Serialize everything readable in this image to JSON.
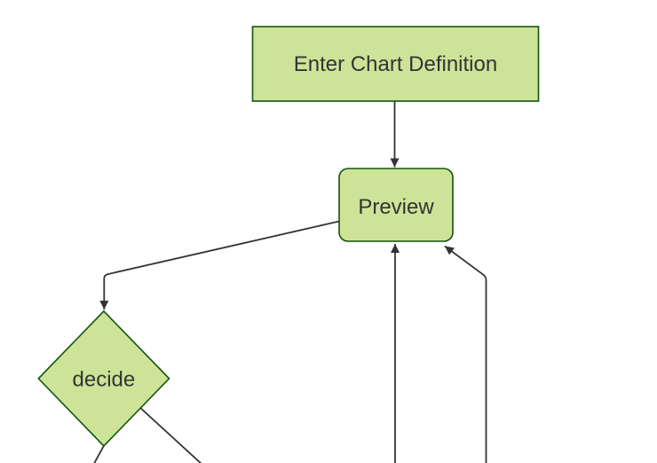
{
  "diagram": {
    "type": "flowchart",
    "direction": "top-down",
    "theme": {
      "node_fill": "#cde498",
      "node_stroke": "#13540c",
      "edge_color": "#333333",
      "text_color": "#333333",
      "background": "#ffffff"
    },
    "nodes": [
      {
        "id": "A",
        "label": "Enter Chart Definition",
        "shape": "rectangle"
      },
      {
        "id": "B",
        "label": "Preview",
        "shape": "rounded-rectangle"
      },
      {
        "id": "C",
        "label": "decide",
        "shape": "diamond"
      }
    ],
    "edges": [
      {
        "from": "Enter Chart Definition",
        "to": "Preview",
        "arrowhead": true
      },
      {
        "from": "Preview",
        "to": "decide",
        "arrowhead": true
      },
      {
        "from": "offscreen-bottom-node-1",
        "to": "Preview",
        "arrowhead": true
      },
      {
        "from": "offscreen-bottom-node-2",
        "to": "Preview",
        "arrowhead": true
      },
      {
        "from": "decide",
        "to": "offscreen-bottom-left",
        "arrowhead": false
      },
      {
        "from": "decide",
        "to": "offscreen-bottom-right",
        "arrowhead": false
      }
    ]
  }
}
